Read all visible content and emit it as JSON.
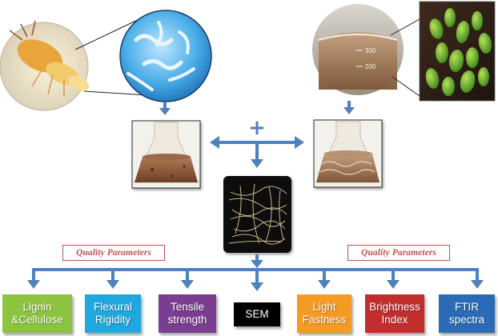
{
  "quality_parameters_left": "Quality Parameters",
  "quality_parameters_right": "Quality Parameters",
  "plus_symbol": "+",
  "flask_marks": [
    "300",
    "200"
  ],
  "parameters": [
    {
      "label": "Lignin\n&Cellulose",
      "color": "#8cc43f",
      "name": "param-lignin-cellulose"
    },
    {
      "label": "Flexural\nRigidity",
      "color": "#1fa8df",
      "name": "param-flexural-rigidity"
    },
    {
      "label": "Tensile\nstrength",
      "color": "#7a3d8f",
      "name": "param-tensile-strength"
    },
    {
      "label": "SEM",
      "color": "#000000",
      "name": "param-sem"
    },
    {
      "label": "Light\nFastness",
      "color": "#f59a23",
      "name": "param-light-fastness"
    },
    {
      "label": "Brightness\nIndex",
      "color": "#c22d2d",
      "name": "param-brightness-index"
    },
    {
      "label": "FTIR\nspectra",
      "color": "#2b6bb5",
      "name": "param-ftir-spectra"
    }
  ],
  "colors": {
    "arrow": "#4f81bd",
    "label_border": "#c0504d",
    "label_text": "#c0504d"
  }
}
